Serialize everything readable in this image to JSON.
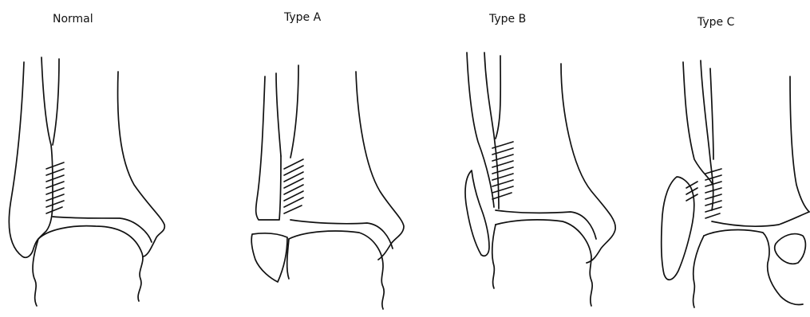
{
  "diagram": {
    "panels": [
      {
        "id": "normal",
        "label": "Normal"
      },
      {
        "id": "type-a",
        "label": "Type A"
      },
      {
        "id": "type-b",
        "label": "Type B"
      },
      {
        "id": "type-c",
        "label": "Type C"
      }
    ]
  }
}
